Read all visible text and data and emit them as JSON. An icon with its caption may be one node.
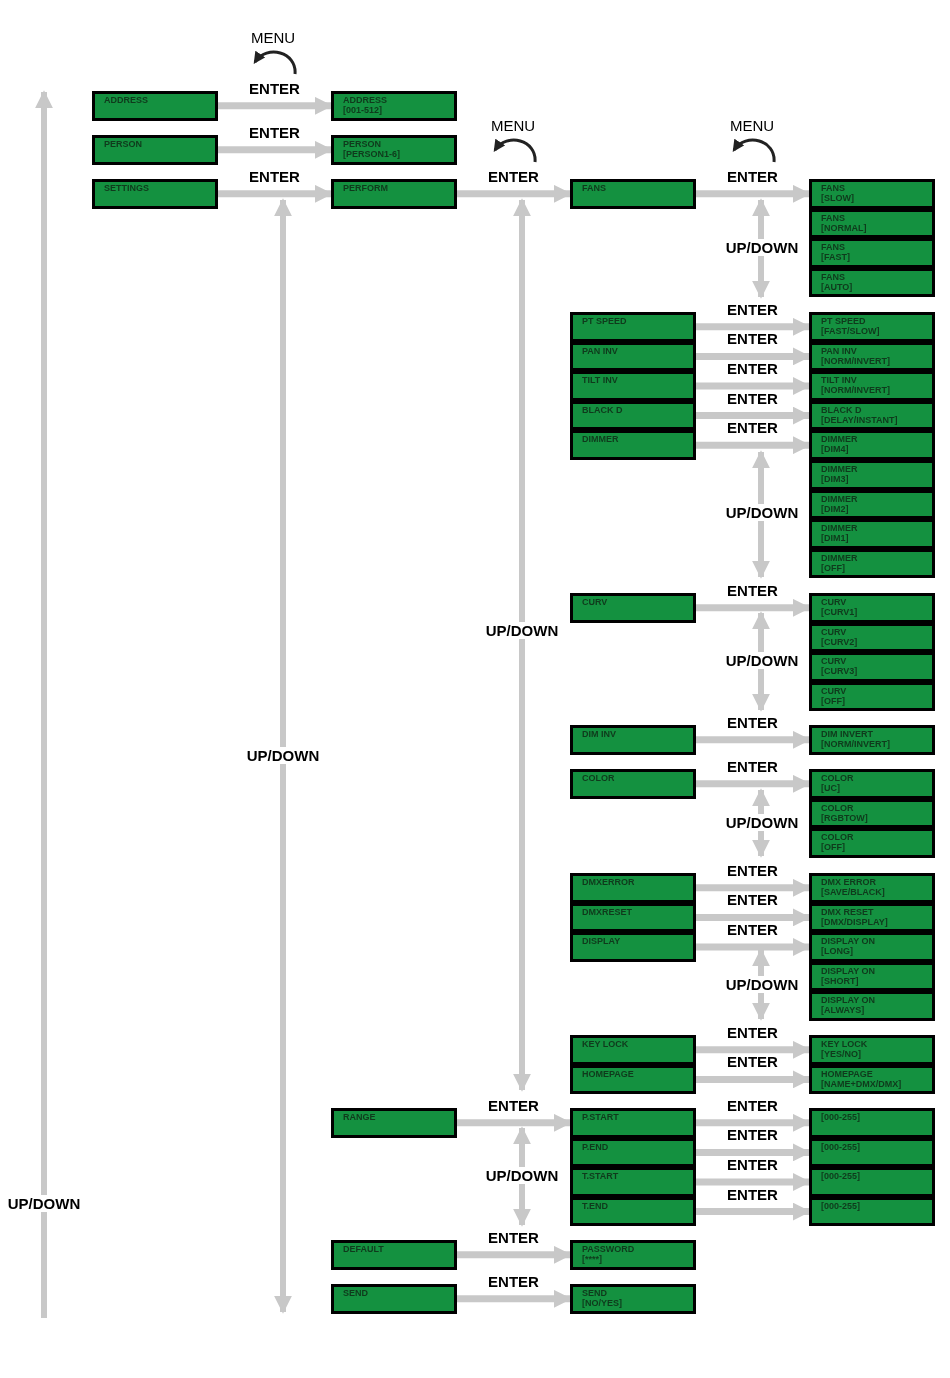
{
  "diagram": {
    "nodes": [
      {
        "text": [
          "ADDRESS"
        ]
      },
      {
        "text": [
          "ADDRESS",
          "[001-512]"
        ]
      },
      {
        "text": [
          "PERSON"
        ]
      },
      {
        "text": [
          "PERSON",
          "[PERSON1-6]"
        ]
      },
      {
        "text": [
          "SETTINGS"
        ]
      },
      {
        "text": [
          "PERFORM"
        ]
      },
      {
        "text": [
          "FANS"
        ]
      },
      {
        "text": [
          "FANS",
          "[SLOW]"
        ]
      },
      {
        "text": [
          "FANS",
          "[NORMAL]"
        ]
      },
      {
        "text": [
          "FANS",
          "[FAST]"
        ]
      },
      {
        "text": [
          "FANS",
          "[AUTO]"
        ]
      },
      {
        "text": [
          "PT SPEED"
        ]
      },
      {
        "text": [
          "PAN INV"
        ]
      },
      {
        "text": [
          "TILT INV"
        ]
      },
      {
        "text": [
          "BLACK D"
        ]
      },
      {
        "text": [
          "DIMMER"
        ]
      },
      {
        "text": [
          "PT SPEED",
          "[FAST/SLOW]"
        ]
      },
      {
        "text": [
          "PAN INV",
          "[NORM/INVERT]"
        ]
      },
      {
        "text": [
          "TILT INV",
          "[NORM/INVERT]"
        ]
      },
      {
        "text": [
          "BLACK D",
          "[DELAY/INSTANT]"
        ]
      },
      {
        "text": [
          "DIMMER",
          "[DIM4]"
        ]
      },
      {
        "text": [
          "DIMMER",
          "[DIM3]"
        ]
      },
      {
        "text": [
          "DIMMER",
          "[DIM2]"
        ]
      },
      {
        "text": [
          "DIMMER",
          "[DIM1]"
        ]
      },
      {
        "text": [
          "DIMMER",
          "[OFF]"
        ]
      },
      {
        "text": [
          "CURV"
        ]
      },
      {
        "text": [
          "CURV",
          "[CURV1]"
        ]
      },
      {
        "text": [
          "CURV",
          "[CURV2]"
        ]
      },
      {
        "text": [
          "CURV",
          "[CURV3]"
        ]
      },
      {
        "text": [
          "CURV",
          "[OFF]"
        ]
      },
      {
        "text": [
          "DIM INV"
        ]
      },
      {
        "text": [
          "DIM INVERT",
          "[NORM/INVERT]"
        ]
      },
      {
        "text": [
          "COLOR"
        ]
      },
      {
        "text": [
          "COLOR",
          "[UC]"
        ]
      },
      {
        "text": [
          "COLOR",
          "[RGBTOW]"
        ]
      },
      {
        "text": [
          "COLOR",
          "[OFF]"
        ]
      },
      {
        "text": [
          "DMXERROR"
        ]
      },
      {
        "text": [
          "DMXRESET"
        ]
      },
      {
        "text": [
          "DISPLAY"
        ]
      },
      {
        "text": [
          "DMX ERROR",
          "[SAVE/BLACK]"
        ]
      },
      {
        "text": [
          "DMX RESET",
          "[DMX/DISPLAY]"
        ]
      },
      {
        "text": [
          "DISPLAY ON",
          "[LONG]"
        ]
      },
      {
        "text": [
          "DISPLAY ON",
          "[SHORT]"
        ]
      },
      {
        "text": [
          "DISPLAY ON",
          "[ALWAYS]"
        ]
      },
      {
        "text": [
          "KEY LOCK"
        ]
      },
      {
        "text": [
          "HOMEPAGE"
        ]
      },
      {
        "text": [
          "KEY LOCK",
          "[YES/NO]"
        ]
      },
      {
        "text": [
          "HOMEPAGE",
          "[NAME+DMX/DMX]"
        ]
      },
      {
        "text": [
          "RANGE"
        ]
      },
      {
        "text": [
          "P.START"
        ]
      },
      {
        "text": [
          "P.END"
        ]
      },
      {
        "text": [
          "T.START"
        ]
      },
      {
        "text": [
          "T.END"
        ]
      },
      {
        "text": [
          "[000-255]"
        ]
      },
      {
        "text": [
          "[000-255]"
        ]
      },
      {
        "text": [
          "[000-255]"
        ]
      },
      {
        "text": [
          "[000-255]"
        ]
      },
      {
        "text": [
          "DEFAULT"
        ]
      },
      {
        "text": [
          "PASSWORD",
          "[****]"
        ]
      },
      {
        "text": [
          "SEND"
        ]
      },
      {
        "text": [
          "SEND",
          "[NO/YES]"
        ]
      }
    ],
    "edges": [
      {
        "from": 0,
        "to": 1,
        "arrow": "to",
        "label": "ENTER"
      },
      {
        "from": 2,
        "to": 3,
        "arrow": "to",
        "label": "ENTER"
      },
      {
        "from": 4,
        "to": 5,
        "arrow": "to",
        "label": "ENTER"
      },
      {
        "from": 5,
        "to": 6,
        "arrow": "to",
        "label": "ENTER"
      },
      {
        "from": 6,
        "to": 7,
        "arrow": "to",
        "label": "ENTER"
      },
      {
        "from": 11,
        "to": 16,
        "arrow": "to",
        "label": "ENTER"
      },
      {
        "from": 12,
        "to": 17,
        "arrow": "to",
        "label": "ENTER"
      },
      {
        "from": 13,
        "to": 18,
        "arrow": "to",
        "label": "ENTER"
      },
      {
        "from": 14,
        "to": 19,
        "arrow": "to",
        "label": "ENTER"
      },
      {
        "from": 15,
        "to": 20,
        "arrow": "to",
        "label": "ENTER"
      },
      {
        "from": 25,
        "to": 26,
        "arrow": "to",
        "label": "ENTER"
      },
      {
        "from": 30,
        "to": 31,
        "arrow": "to",
        "label": "ENTER"
      },
      {
        "from": 32,
        "to": 33,
        "arrow": "to",
        "label": "ENTER"
      },
      {
        "from": 36,
        "to": 39,
        "arrow": "to",
        "label": "ENTER"
      },
      {
        "from": 37,
        "to": 40,
        "arrow": "to",
        "label": "ENTER"
      },
      {
        "from": 38,
        "to": 41,
        "arrow": "to",
        "label": "ENTER"
      },
      {
        "from": 44,
        "to": 46,
        "arrow": "to",
        "label": "ENTER"
      },
      {
        "from": 45,
        "to": 47,
        "arrow": "to",
        "label": "ENTER"
      },
      {
        "from": 48,
        "to": 49,
        "arrow": "to",
        "label": "ENTER"
      },
      {
        "from": 49,
        "to": 53,
        "arrow": "to",
        "label": "ENTER"
      },
      {
        "from": 50,
        "to": 54,
        "arrow": "to",
        "label": "ENTER"
      },
      {
        "from": 51,
        "to": 55,
        "arrow": "to",
        "label": "ENTER"
      },
      {
        "from": 52,
        "to": 56,
        "arrow": "to",
        "label": "ENTER"
      },
      {
        "from": 57,
        "to": 58,
        "arrow": "to",
        "label": "ENTER"
      },
      {
        "from": 59,
        "to": 60,
        "arrow": "to",
        "label": "ENTER"
      }
    ],
    "labels": [
      "MENU",
      "MENU",
      "MENU",
      "UP/DOWN",
      "UP/DOWN",
      "UP/DOWN",
      "UP/DOWN",
      "UP/DOWN",
      "UP/DOWN",
      "UP/DOWN",
      "UP/DOWN",
      "UP/DOWN"
    ]
  }
}
